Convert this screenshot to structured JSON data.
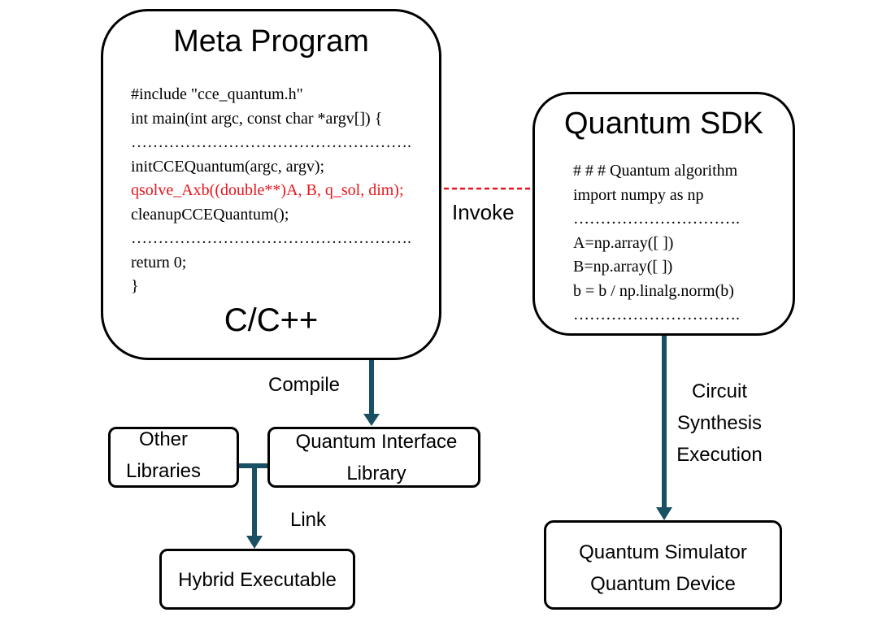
{
  "meta": {
    "title": "Meta Program",
    "subtitle": "C/C++",
    "code": [
      "#include \"cce_quantum.h\"",
      "int main(int argc, const char *argv[]) {",
      "…………………………………………….",
      "initCCEQuantum(argc, argv);",
      "qsolve_Axb((double**)A, B, q_sol, dim);",
      "cleanupCCEQuantum();",
      "…………………………………………….",
      "return 0;",
      "}"
    ]
  },
  "sdk": {
    "title": "Quantum SDK",
    "code": [
      "# # # Quantum algorithm",
      "import numpy as np",
      "………………………….",
      "A=np.array([   ])",
      "B=np.array([   ])",
      "b = b / np.linalg.norm(b)",
      "…………………………."
    ]
  },
  "labels": {
    "invoke": "Invoke",
    "compile": "Compile",
    "link": "Link",
    "circuit_lines": [
      "Circuit",
      "Synthesis",
      "Execution"
    ]
  },
  "boxes": {
    "other_libraries": [
      "Other",
      "Libraries"
    ],
    "quantum_interface": [
      "Quantum Interface",
      "Library"
    ],
    "hybrid_executable": "Hybrid Executable",
    "simulator": [
      "Quantum Simulator",
      "Quantum Device"
    ]
  },
  "colors": {
    "arrow": "#1a5063",
    "highlight": "#e8141b",
    "stroke": "#000000"
  }
}
